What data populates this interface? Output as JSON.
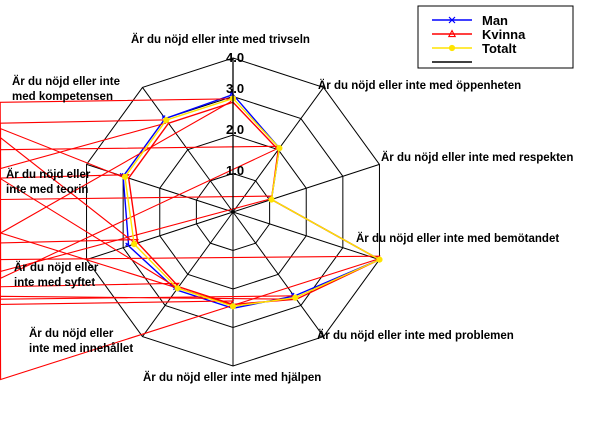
{
  "chart_data": {
    "type": "radar",
    "title": "",
    "categories": [
      "Är du nöjd eller inte med trivseln",
      "Är du nöjd eller inte med öppenheten",
      "Är du nöjd eller inte med respekten",
      "Är du nöjd eller inte med bemötandet",
      "Är du nöjd eller inte med problemen",
      "Är du nöjd eller inte med hjälpen",
      "Är du nöjd eller inte med innehållet",
      "Är du nöjd eller inte med syftet",
      "Är du nöjd eller inte med teorin",
      "Är du nöjd eller inte med kompetensen"
    ],
    "tick_labels": [
      "1.0",
      "2.0",
      "3.0",
      "4.0"
    ],
    "tick_values": [
      1.0,
      2.0,
      3.0,
      4.0
    ],
    "rlim": [
      0,
      4.0
    ],
    "grid": true,
    "legend_position": "top-right",
    "series": [
      {
        "name": "Man",
        "color": "#0000ff",
        "marker": "x",
        "values": [
          3.05,
          2.05,
          1.05,
          4.0,
          2.7,
          2.5,
          2.5,
          2.85,
          3.0,
          3.0
        ]
      },
      {
        "name": "Kvinna",
        "color": "#ff0000",
        "marker": "triangle",
        "values": [
          2.85,
          2.0,
          1.05,
          4.0,
          2.8,
          2.4,
          2.4,
          2.6,
          2.85,
          2.85
        ]
      },
      {
        "name": "Totalt",
        "color": "#ffe400",
        "marker": "circle",
        "values": [
          2.95,
          2.05,
          1.05,
          4.0,
          2.75,
          2.45,
          2.45,
          2.7,
          2.95,
          2.95
        ]
      }
    ]
  },
  "legend": {
    "entries": [
      {
        "label": "Man",
        "color": "#0000ff",
        "marker": "x"
      },
      {
        "label": "Kvinna",
        "color": "#ff0000",
        "marker": "triangle"
      },
      {
        "label": "Totalt",
        "color": "#ffe400",
        "marker": "circle"
      },
      {
        "label": "",
        "color": "#000000",
        "marker": "none"
      }
    ]
  },
  "axis_labels": {
    "trivseln": "Är du nöjd eller inte med trivseln",
    "oppenheten": "Är du nöjd eller inte med öppenheten",
    "respekten": "Är du nöjd eller inte med respekten",
    "bemotandet": "Är du nöjd eller inte med bemötandet",
    "problemen": "Är du nöjd eller inte med problemen",
    "hjalpen": "Är du nöjd eller inte med hjälpen",
    "innehallet_l1": "Är du nöjd eller",
    "innehallet_l2": "inte med innehållet",
    "syftet_l1": "Är du nöjd eller",
    "syftet_l2": "inte med syftet",
    "teorin_l1": "Är du nöjd eller",
    "teorin_l2": "inte med teorin",
    "kompetensen_l1": "Är du nöjd eller inte",
    "kompetensen_l2": "med kompetensen"
  },
  "ticks": {
    "t1": "1.0",
    "t2": "2.0",
    "t3": "3.0",
    "t4": "4.0"
  }
}
